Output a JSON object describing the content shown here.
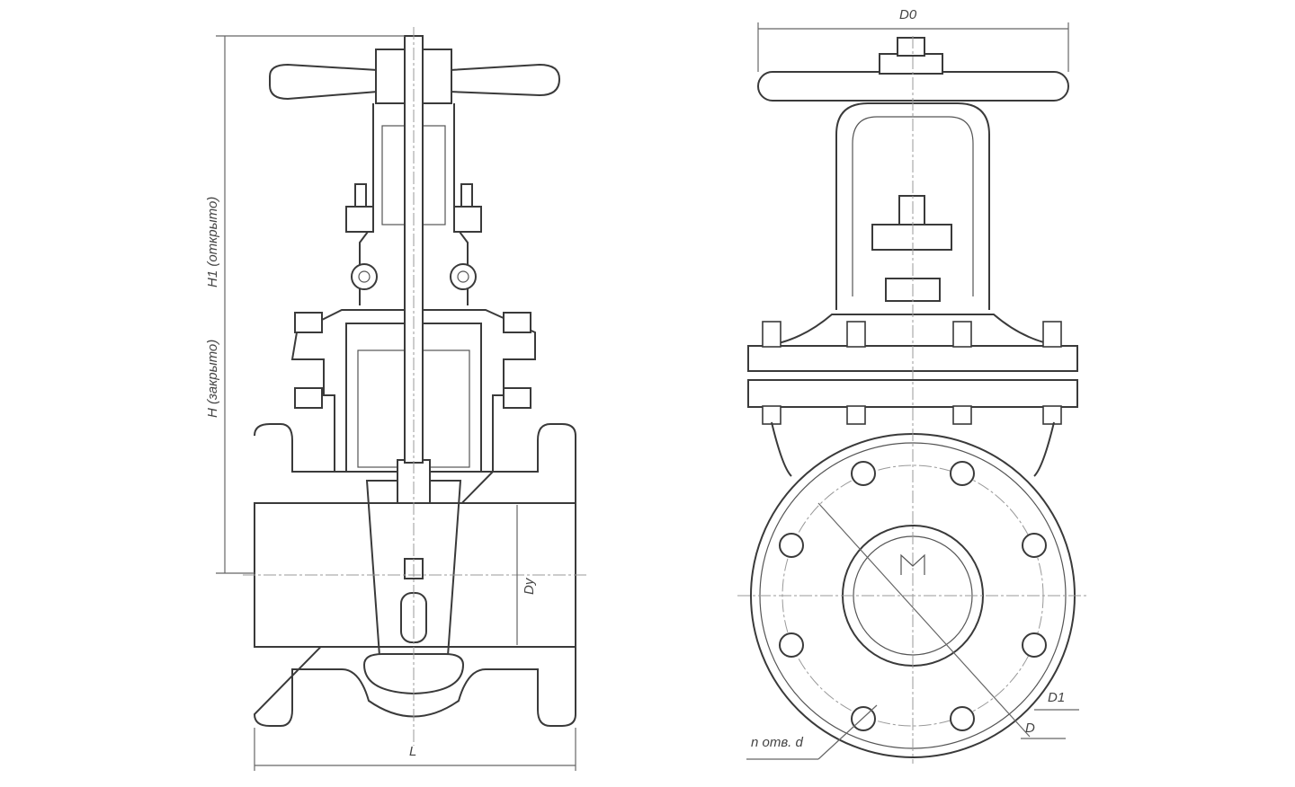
{
  "labels": {
    "d0": "D0",
    "h1": "H1 (открыто)",
    "h": "H (закрыто)",
    "dy": "Dy",
    "l": "L",
    "d1": "D1",
    "d": "D",
    "holes": "n отв. d"
  }
}
